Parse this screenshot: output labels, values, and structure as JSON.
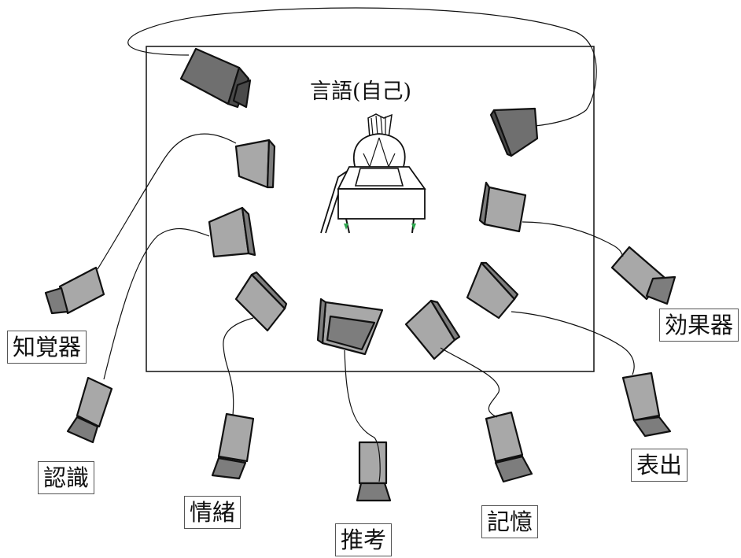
{
  "room_title": "言語(自己)",
  "labels": {
    "perception": "知覚器",
    "cognition": "認識",
    "emotion": "情緒",
    "reasoning": "推考",
    "memory": "記憶",
    "expression": "表出",
    "effector": "効果器"
  },
  "colors": {
    "camera_fill": "#a8a8a8",
    "camera_dark_fill": "#6f6f6f",
    "outline": "#111111",
    "desk_leg_accent": "#2fa84f"
  }
}
